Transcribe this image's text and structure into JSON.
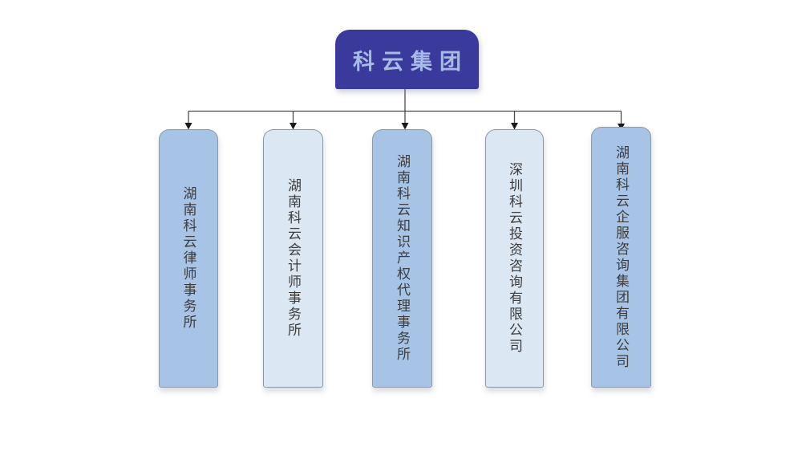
{
  "chart": {
    "type": "org-chart",
    "root": {
      "label": "科云集团"
    },
    "children": [
      {
        "label": "湖南科云律师事务所",
        "tone": "medium"
      },
      {
        "label": "湖南科云会计师事务所",
        "tone": "light"
      },
      {
        "label": "湖南科云知识产权代理事务所",
        "tone": "medium"
      },
      {
        "label": "深圳科云投资咨询有限公司",
        "tone": "light"
      },
      {
        "label": "湖南科云企服咨询集团有限公司",
        "tone": "medium"
      }
    ]
  },
  "colors": {
    "root_bg": "#3a3a9c",
    "root_text": "#a8bae6",
    "child_medium": "#a7c4e6",
    "child_light": "#dce7f4",
    "child_border": "#8c98a6",
    "child_text": "#3c3c3c",
    "connector": "#4a4a4a",
    "arrowhead": "#1a1a1a"
  }
}
